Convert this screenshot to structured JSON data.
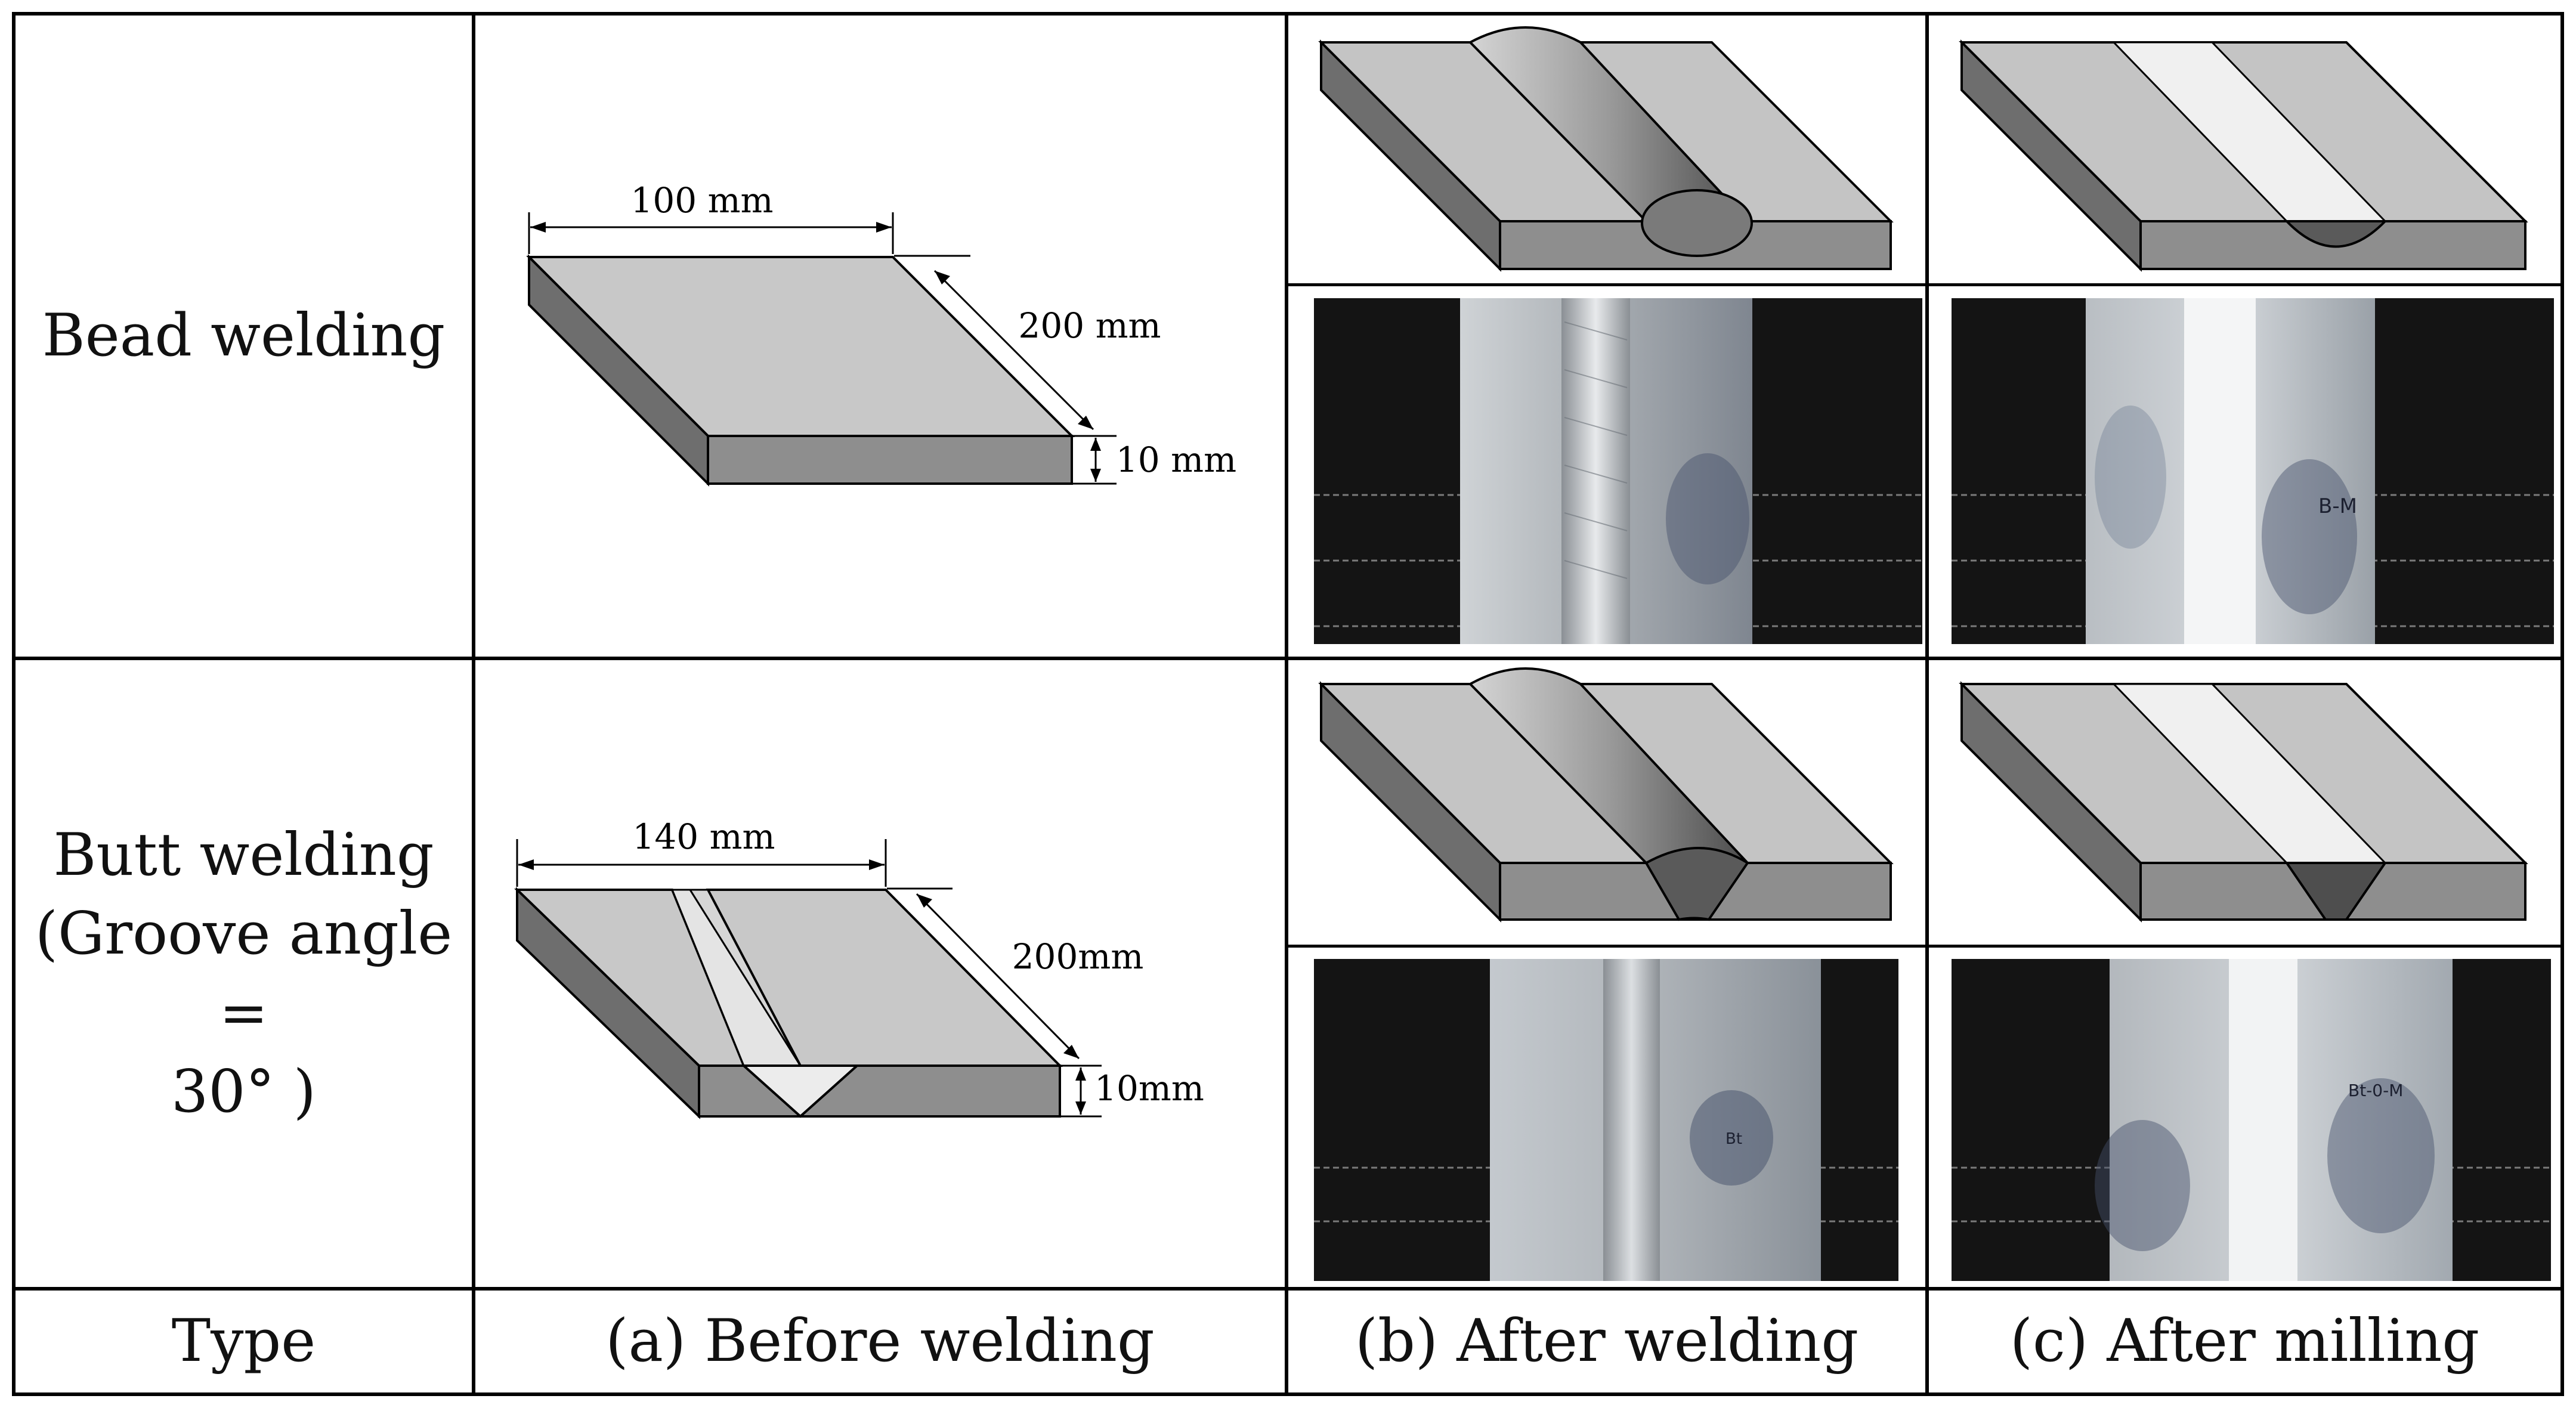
{
  "rows": {
    "bead": {
      "label_line1": "Bead welding"
    },
    "butt": {
      "label_line1": "Butt welding",
      "label_line2": "(Groove angle =",
      "label_line3": "30° )"
    }
  },
  "dimensions": {
    "bead": {
      "width": "100 mm",
      "length": "200 mm",
      "thickness": "10 mm"
    },
    "butt": {
      "width": "140 mm",
      "length": "200mm",
      "thickness": "10mm"
    }
  },
  "photo_marks": {
    "bead_milled": "B-M",
    "butt_milled": "Bt-0-M"
  },
  "footer": {
    "type": "Type",
    "before": "(a) Before welding",
    "after_welding": "(b) After welding",
    "after_milling": "(c) After milling"
  },
  "colors": {
    "plate_top": "#c8c8c8",
    "plate_side": "#7a7a7a",
    "plate_front": "#8e8e8e",
    "groove_face": "#e2e2e2",
    "milled_strip": "#f0f0f0",
    "photo_dark": "#141414"
  }
}
